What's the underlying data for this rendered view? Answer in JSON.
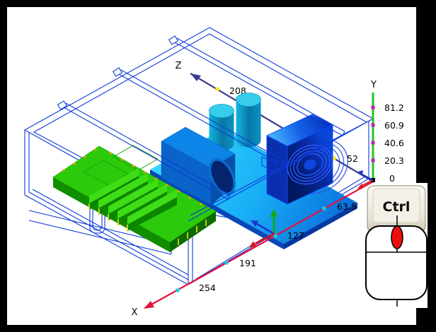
{
  "viewport": {
    "background": "#ffffff",
    "frame_color": "#000000",
    "wireframe_color": "#0d3ad8"
  },
  "axes": {
    "x": {
      "label": "X",
      "color": "#e8103a",
      "tick_marker_color": "#17cfd8",
      "ticks": [
        "63.5",
        "127",
        "191",
        "254"
      ]
    },
    "y": {
      "label": "Y",
      "color": "#25c41b",
      "tick_marker_color": "#c21fc2",
      "ticks": [
        "0",
        "20.3",
        "40.6",
        "60.9",
        "81.2"
      ]
    },
    "z": {
      "label": "Z",
      "color": "#3c3c8e",
      "tick_marker_color": "#ffe612",
      "ticks": [
        "52",
        "208"
      ]
    }
  },
  "model": {
    "pcb_color": "#2bcb0c",
    "plate_color": "#00a6f2",
    "fan_color": "#02207f",
    "cylinder_color": "#18b6e6",
    "component_color": "#0a7fd9",
    "origin_triad": {
      "x_color": "#dd1122",
      "y_color": "#11aa11",
      "z_color": "#2233cc"
    }
  },
  "hint_overlay": {
    "key_label": "Ctrl",
    "wheel_color": "#e90f0f"
  }
}
